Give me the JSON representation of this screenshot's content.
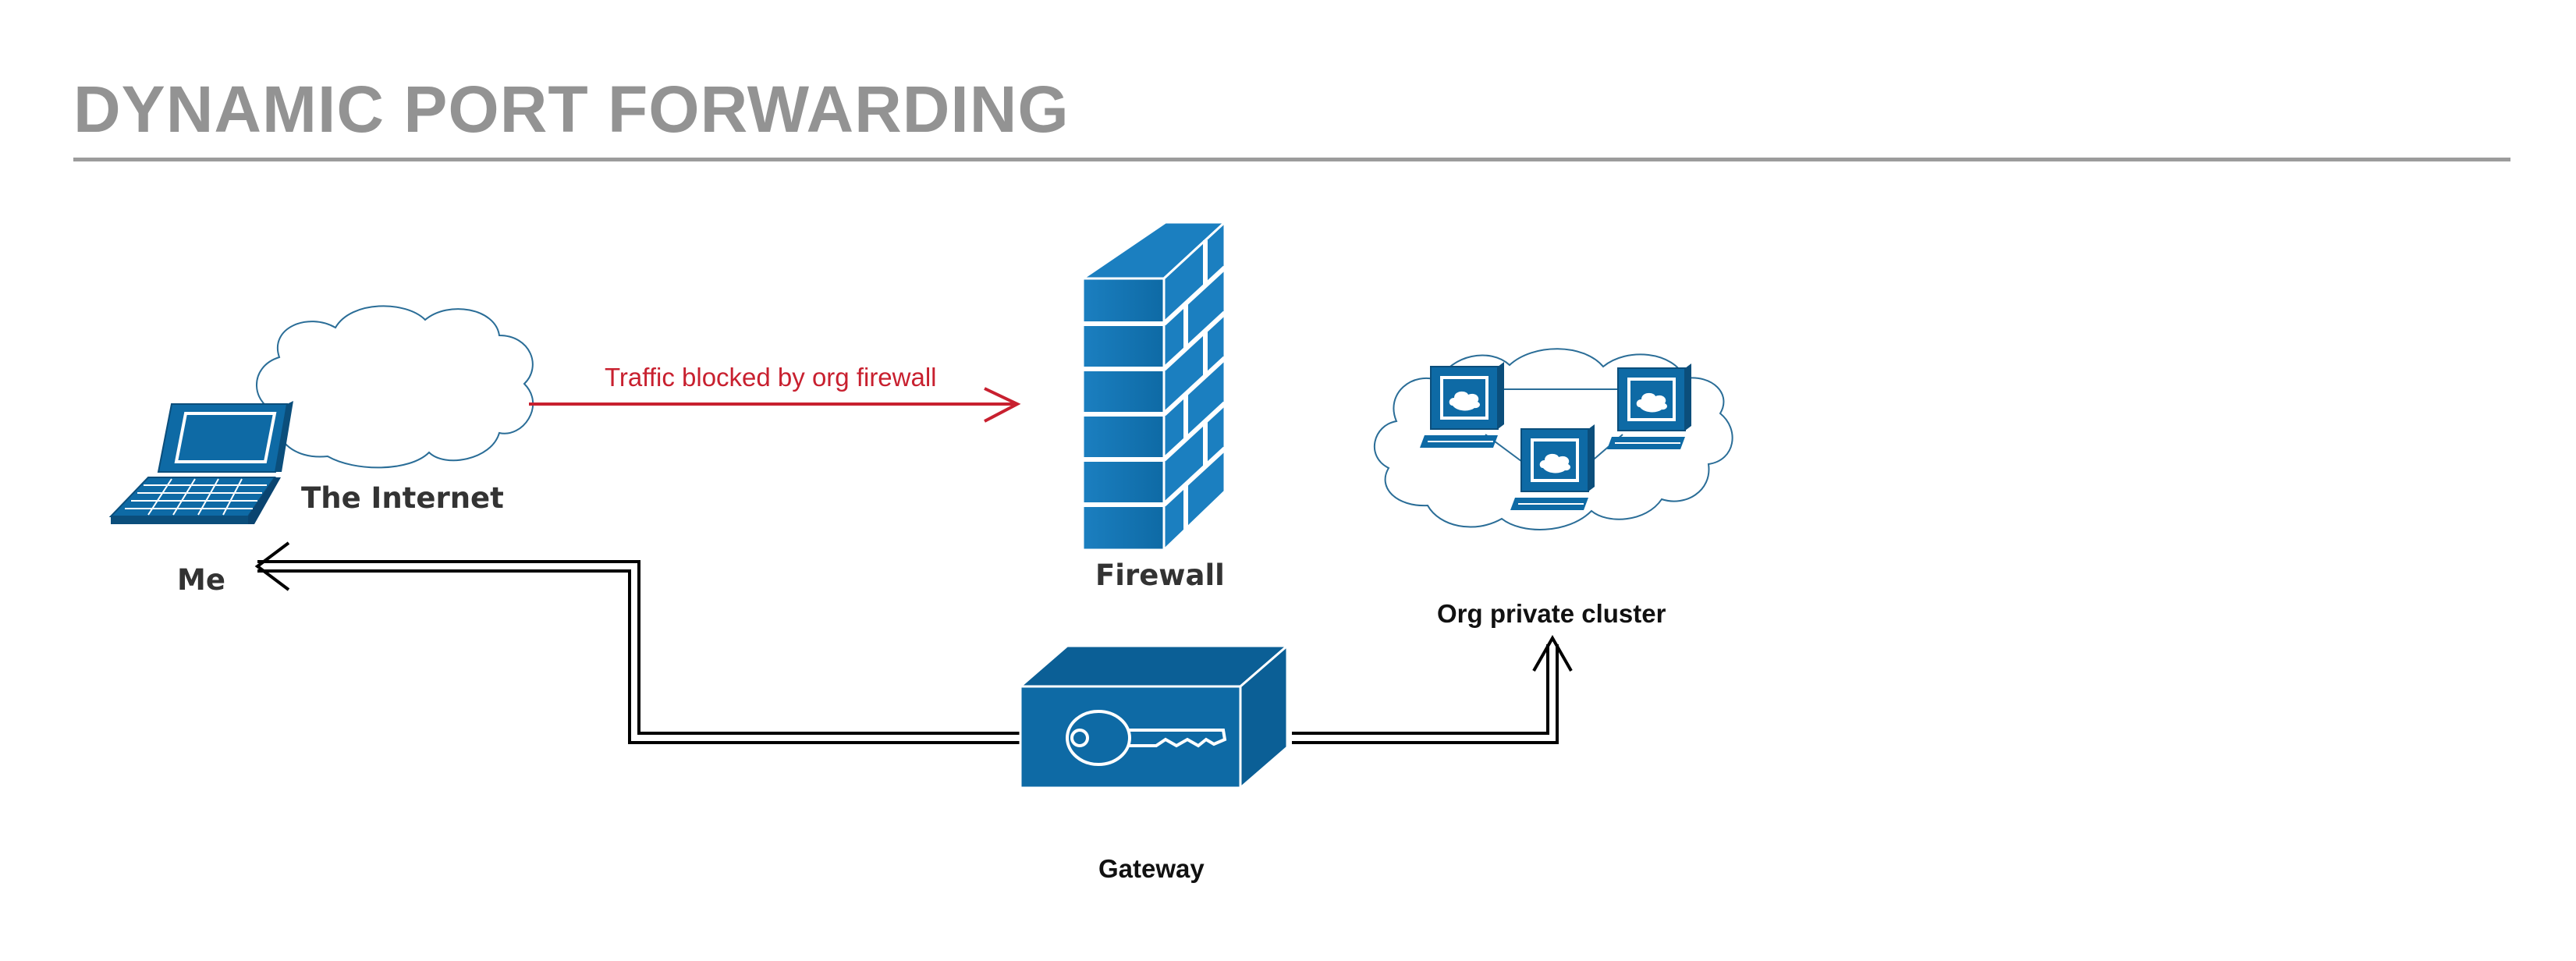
{
  "title": "DYNAMIC PORT FORWARDING",
  "nodes": {
    "me": "Me",
    "internet": "The Internet",
    "firewall": "Firewall",
    "cluster": "Org private cluster",
    "gateway": "Gateway"
  },
  "edges": {
    "blocked": "Traffic blocked by org firewall"
  },
  "colors": {
    "title": "#939393",
    "rule": "#9c9c9c",
    "icon_blue": "#0e6aa5",
    "blocked_arrow": "#c8202f",
    "tunnel": "#000000"
  }
}
